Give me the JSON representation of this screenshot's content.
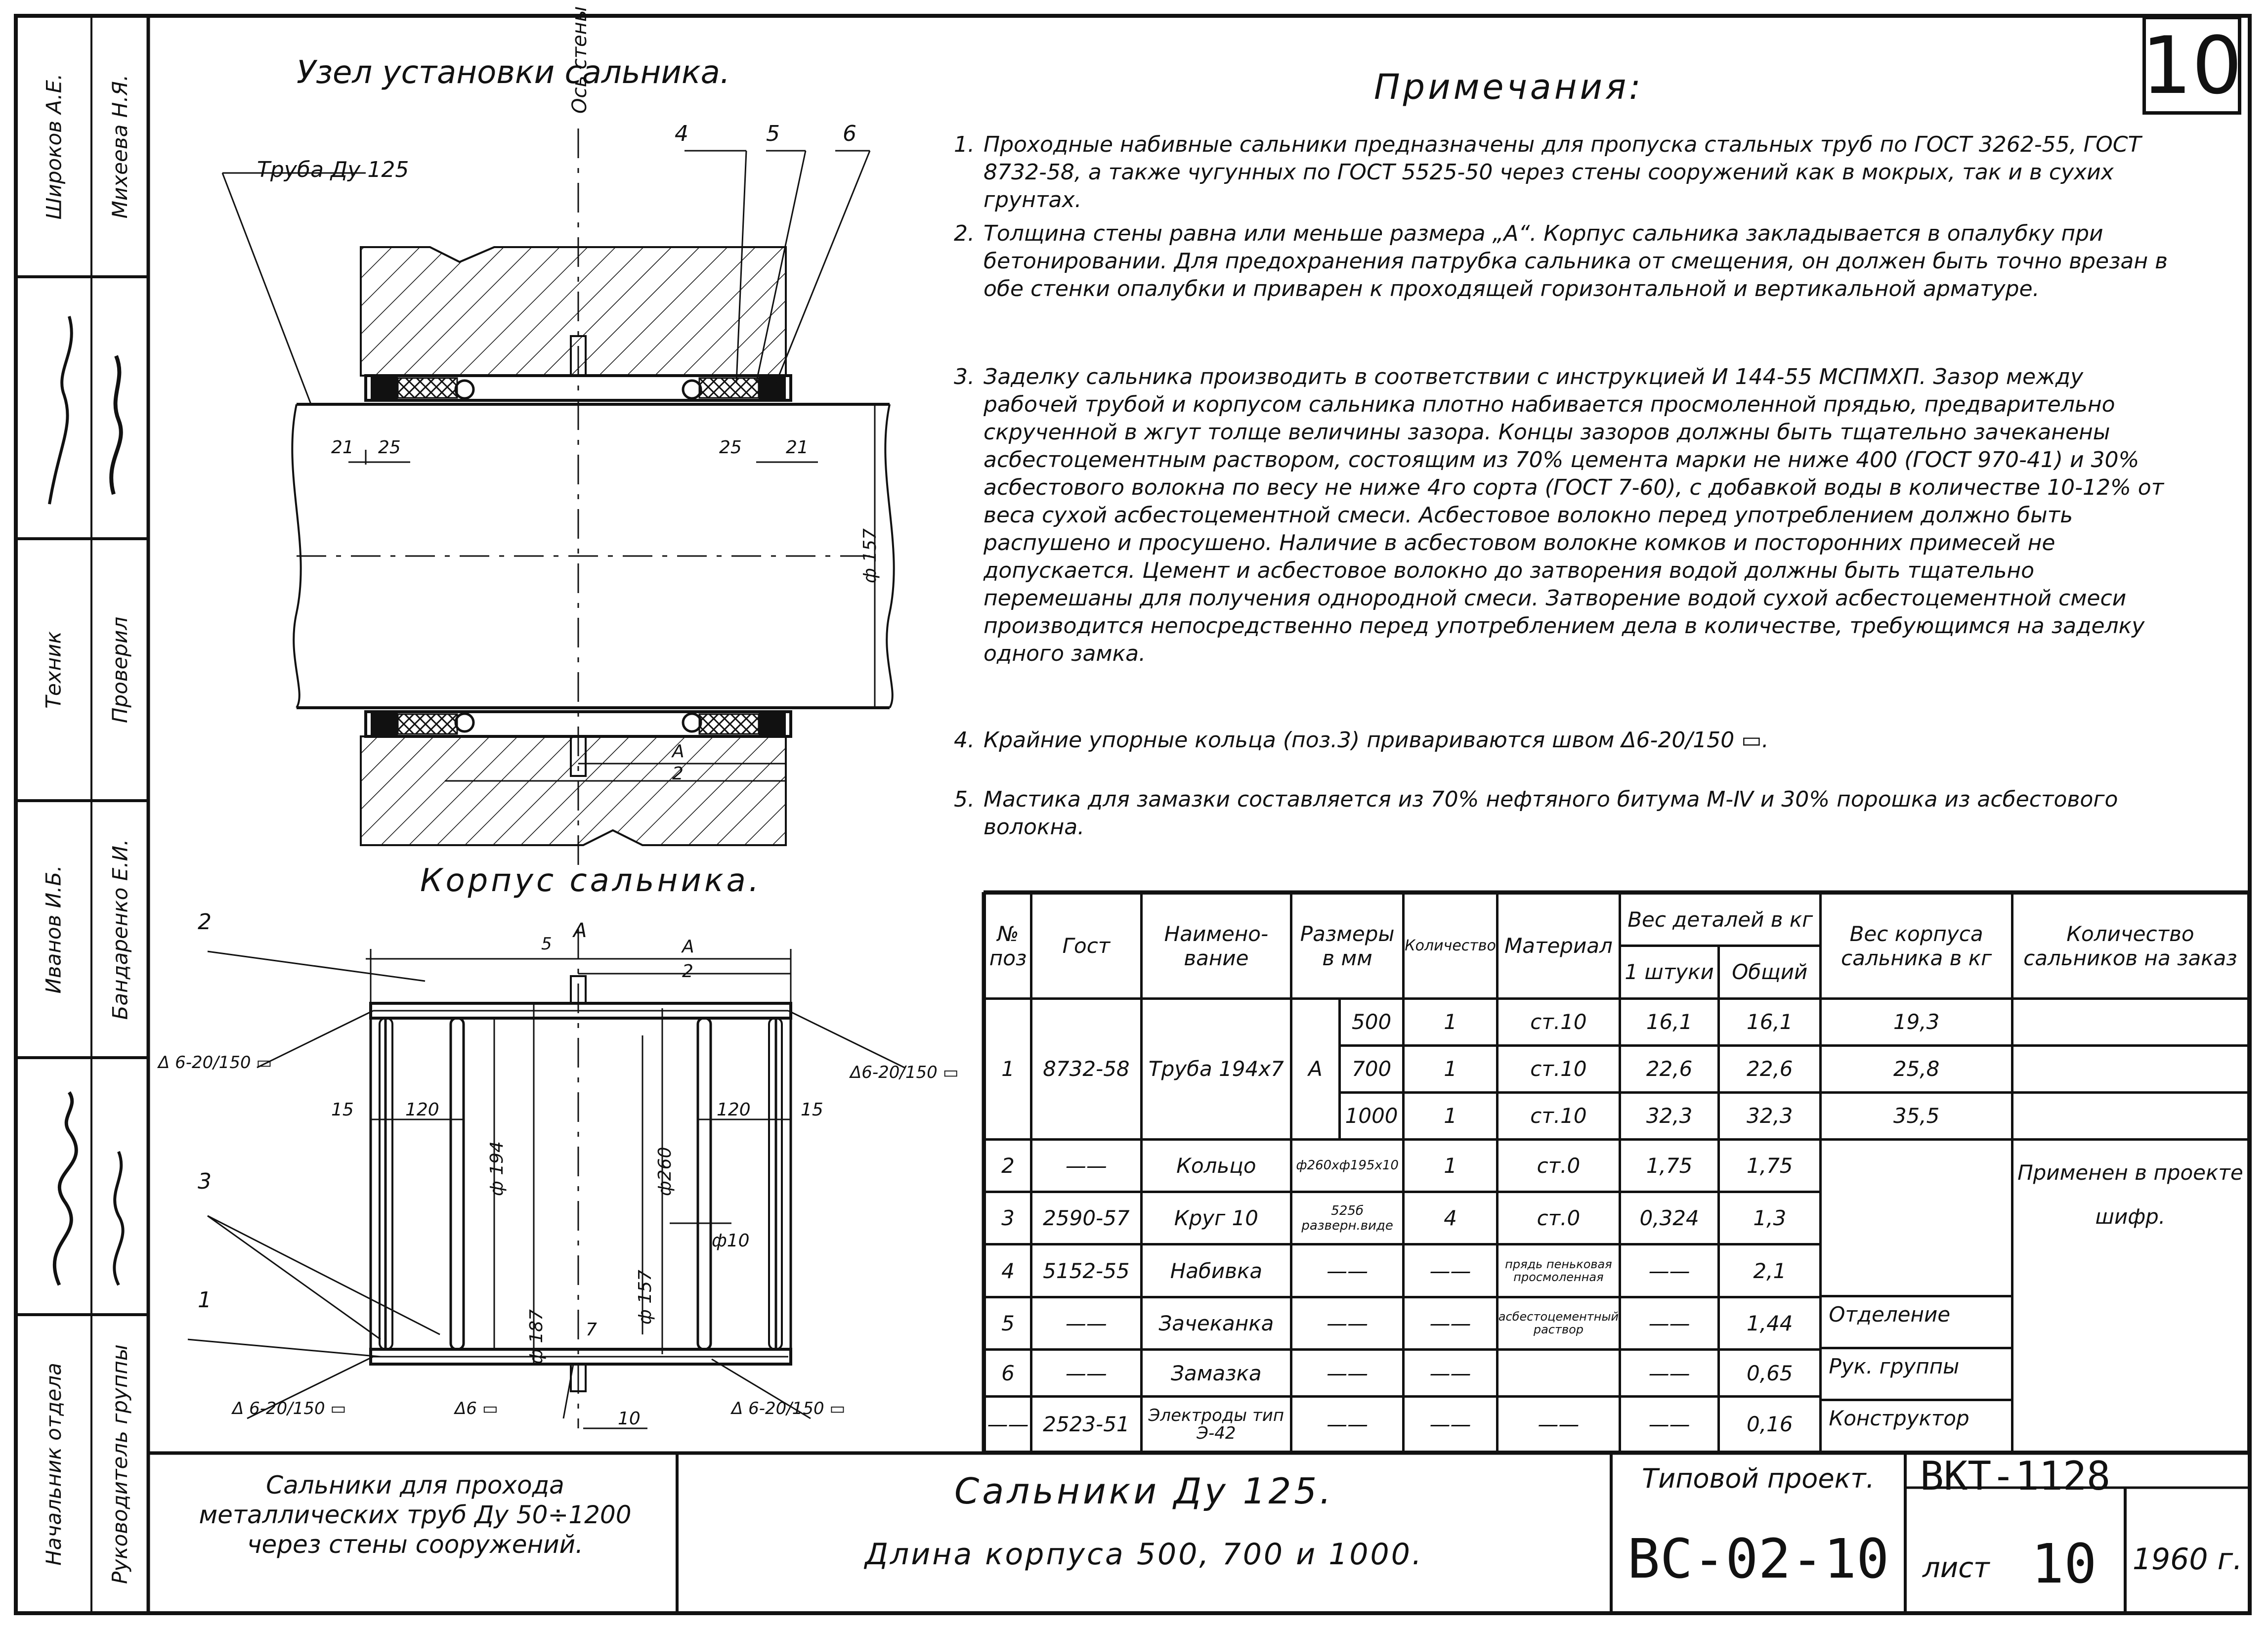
{
  "sheet_number": "10",
  "side_block": [
    {
      "top": "Широков А.Е.",
      "bottom": "Михеева Н.Я."
    },
    {
      "top": "",
      "bottom": ""
    },
    {
      "top": "Техник",
      "bottom": "Проверил"
    },
    {
      "top": "Иванов И.Б.",
      "bottom": "Бандаренко Е.И."
    },
    {
      "top": "",
      "bottom": ""
    },
    {
      "top": "Начальник отдела",
      "bottom": "Руководитель группы"
    }
  ],
  "drawing1": {
    "title": "Узел установки сальника.",
    "labels": {
      "pipe": "Труба Ду 125",
      "wall_axis": "Ось стены",
      "pos4": "4",
      "pos5": "5",
      "pos6": "6",
      "d21_left": "21",
      "d25_left": "25",
      "d25_right": "25",
      "d21_right": "21",
      "diam": "ф 157",
      "dimA": "А",
      "dimA2": "2"
    }
  },
  "drawing2": {
    "title": "Корпус сальника.",
    "labels": {
      "pos2": "2",
      "pos3": "3",
      "pos1": "1",
      "dimA": "А",
      "dimA_half": "А",
      "dim2": "2",
      "dim5": "5",
      "weld_left": "Δ 6-20/150 ▭",
      "weld_right": "Δ6-20/150 ▭",
      "weld_bl": "Δ 6-20/150 ▭",
      "weld_bm": "Δ6 ▭",
      "weld_br": "Δ 6-20/150 ▭",
      "d15_left": "15",
      "d120_left": "120",
      "d120_right": "120",
      "d15_right": "15",
      "d194": "ф 194",
      "d187": "ф 187",
      "d260": "ф260",
      "d157": "ф 157",
      "d10": "ф10",
      "d7": "7",
      "d10b": "10"
    }
  },
  "notes": {
    "title": "Примечания:",
    "items": [
      {
        "num": "1.",
        "text": "Проходные набивные сальники предназначены для пропуска стальных труб по ГОСТ 3262-55, ГОСТ 8732-58, а также чугунных по ГОСТ 5525-50 через стены сооружений как в мокрых, так и в сухих грунтах."
      },
      {
        "num": "2.",
        "text": "Толщина стены равна или меньше размера „А“. Корпус сальника закладывается в опалубку при бетонировании. Для предохранения патрубка сальника от смещения, он должен быть точно врезан в обе стенки опалубки и приварен к проходящей горизонтальной и вертикальной арматуре."
      },
      {
        "num": "3.",
        "text": "Заделку сальника производить в соответствии с инструкцией И 144-55 МСПМХП. Зазор между рабочей трубой и корпусом сальника плотно набивается просмоленной прядью, предварительно скрученной в жгут толще величины зазора. Концы зазоров должны быть тщательно зачеканены асбестоцементным раствором, состоящим из 70% цемента марки не ниже 400 (ГОСТ 970-41) и 30% асбестового волокна по весу не ниже 4го сорта (ГОСТ 7-60), с добавкой воды в количестве 10-12% от веса сухой асбестоцементной смеси. Асбестовое волокно перед употреблением должно быть распушено и просушено. Наличие в асбестовом волокне комков и посторонних примесей не допускается. Цемент и асбестовое волокно до затворения водой должны быть тщательно перемешаны для получения однородной смеси. Затворение водой сухой асбестоцементной смеси производится непосредственно перед употреблением дела в количестве, требующимся на заделку одного замка."
      },
      {
        "num": "4.",
        "text": "Крайние упорные кольца (поз.3) привариваются швом Δ6-20/150 ▭."
      },
      {
        "num": "5.",
        "text": "Мастика для замазки составляется из 70% нефтяного битума М-Ⅳ и 30% порошка из асбестового волокна."
      }
    ]
  },
  "spec_table": {
    "headers": {
      "pos": "№ поз",
      "gost": "Гост",
      "name": "Наимено- вание",
      "size": "Размеры в мм",
      "qty": "Количество",
      "material": "Материал",
      "weight": "Вес деталей в кг",
      "per_unit": "1 штуки",
      "total": "Общий",
      "body_weight": "Вес корпуса сальника в кг",
      "count": "Количество сальников на заказ"
    },
    "row1": {
      "pos": "1",
      "gost": "8732-58",
      "name": "Труба 194х7",
      "dim": "А",
      "lengths": [
        "500",
        "700",
        "1000"
      ],
      "qty": [
        "1",
        "1",
        "1"
      ],
      "material": [
        "ст.10",
        "ст.10",
        "ст.10"
      ],
      "per_unit": [
        "16,1",
        "22,6",
        "32,3"
      ],
      "total": [
        "16,1",
        "22,6",
        "32,3"
      ],
      "body_weight": [
        "19,3",
        "25,8",
        "35,5"
      ]
    },
    "rows": [
      {
        "pos": "2",
        "gost": "——",
        "name": "Кольцо",
        "size": "ф260хф195х10",
        "qty": "1",
        "material": "ст.0",
        "per_unit": "1,75",
        "total": "1,75"
      },
      {
        "pos": "3",
        "gost": "2590-57",
        "name": "Круг 10",
        "size": "525б разверн.виде",
        "qty": "4",
        "material": "ст.0",
        "per_unit": "0,324",
        "total": "1,3"
      },
      {
        "pos": "4",
        "gost": "5152-55",
        "name": "Набивка",
        "size": "——",
        "qty": "——",
        "material": "прядь пеньковая просмоленная",
        "per_unit": "——",
        "total": "2,1"
      },
      {
        "pos": "5",
        "gost": "——",
        "name": "Зачеканка",
        "size": "——",
        "qty": "——",
        "material": "асбестоцементный раствор",
        "per_unit": "——",
        "total": "1,44"
      },
      {
        "pos": "6",
        "gost": "——",
        "name": "Замазка",
        "size": "——",
        "qty": "——",
        "material": "",
        "per_unit": "——",
        "total": "0,65"
      },
      {
        "pos": "——",
        "gost": "2523-51",
        "name": "Электроды тип Э-42",
        "size": "——",
        "qty": "——",
        "material": "——",
        "per_unit": "——",
        "total": "0,16"
      }
    ],
    "applied": {
      "title": "Применен в проекте",
      "cipher": "шифр.",
      "dept": "Отделение",
      "group_head": "Рук. группы",
      "designer": "Конструктор"
    }
  },
  "title_block": {
    "series": "Сальники для прохода металлических труб Ду 50÷1200 через стены сооружений.",
    "main_title_1": "Сальники Ду 125.",
    "main_title_2": "Длина корпуса 500, 700 и 1000.",
    "typical_project": "Типовой проект.",
    "project_code": "ВС-02-10",
    "series_code": "ВКТ-1128",
    "sheet_label": "лист",
    "sheet_no": "10",
    "year": "1960 г."
  }
}
